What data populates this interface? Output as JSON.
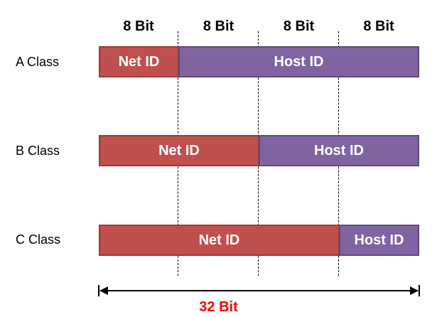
{
  "header": {
    "columns": [
      "8 Bit",
      "8 Bit",
      "8 Bit",
      "8 Bit"
    ]
  },
  "rows": [
    {
      "label": "A Class",
      "net": "Net ID",
      "host": "Host ID",
      "net_octets": 1
    },
    {
      "label": "B Class",
      "net": "Net ID",
      "host": "Host ID",
      "net_octets": 2
    },
    {
      "label": "C Class",
      "net": "Net ID",
      "host": "Host ID",
      "net_octets": 3
    }
  ],
  "total": {
    "label": "32 Bit"
  },
  "colors": {
    "net": "#c0504d",
    "host": "#8064a2",
    "total_text": "#ff0000"
  }
}
